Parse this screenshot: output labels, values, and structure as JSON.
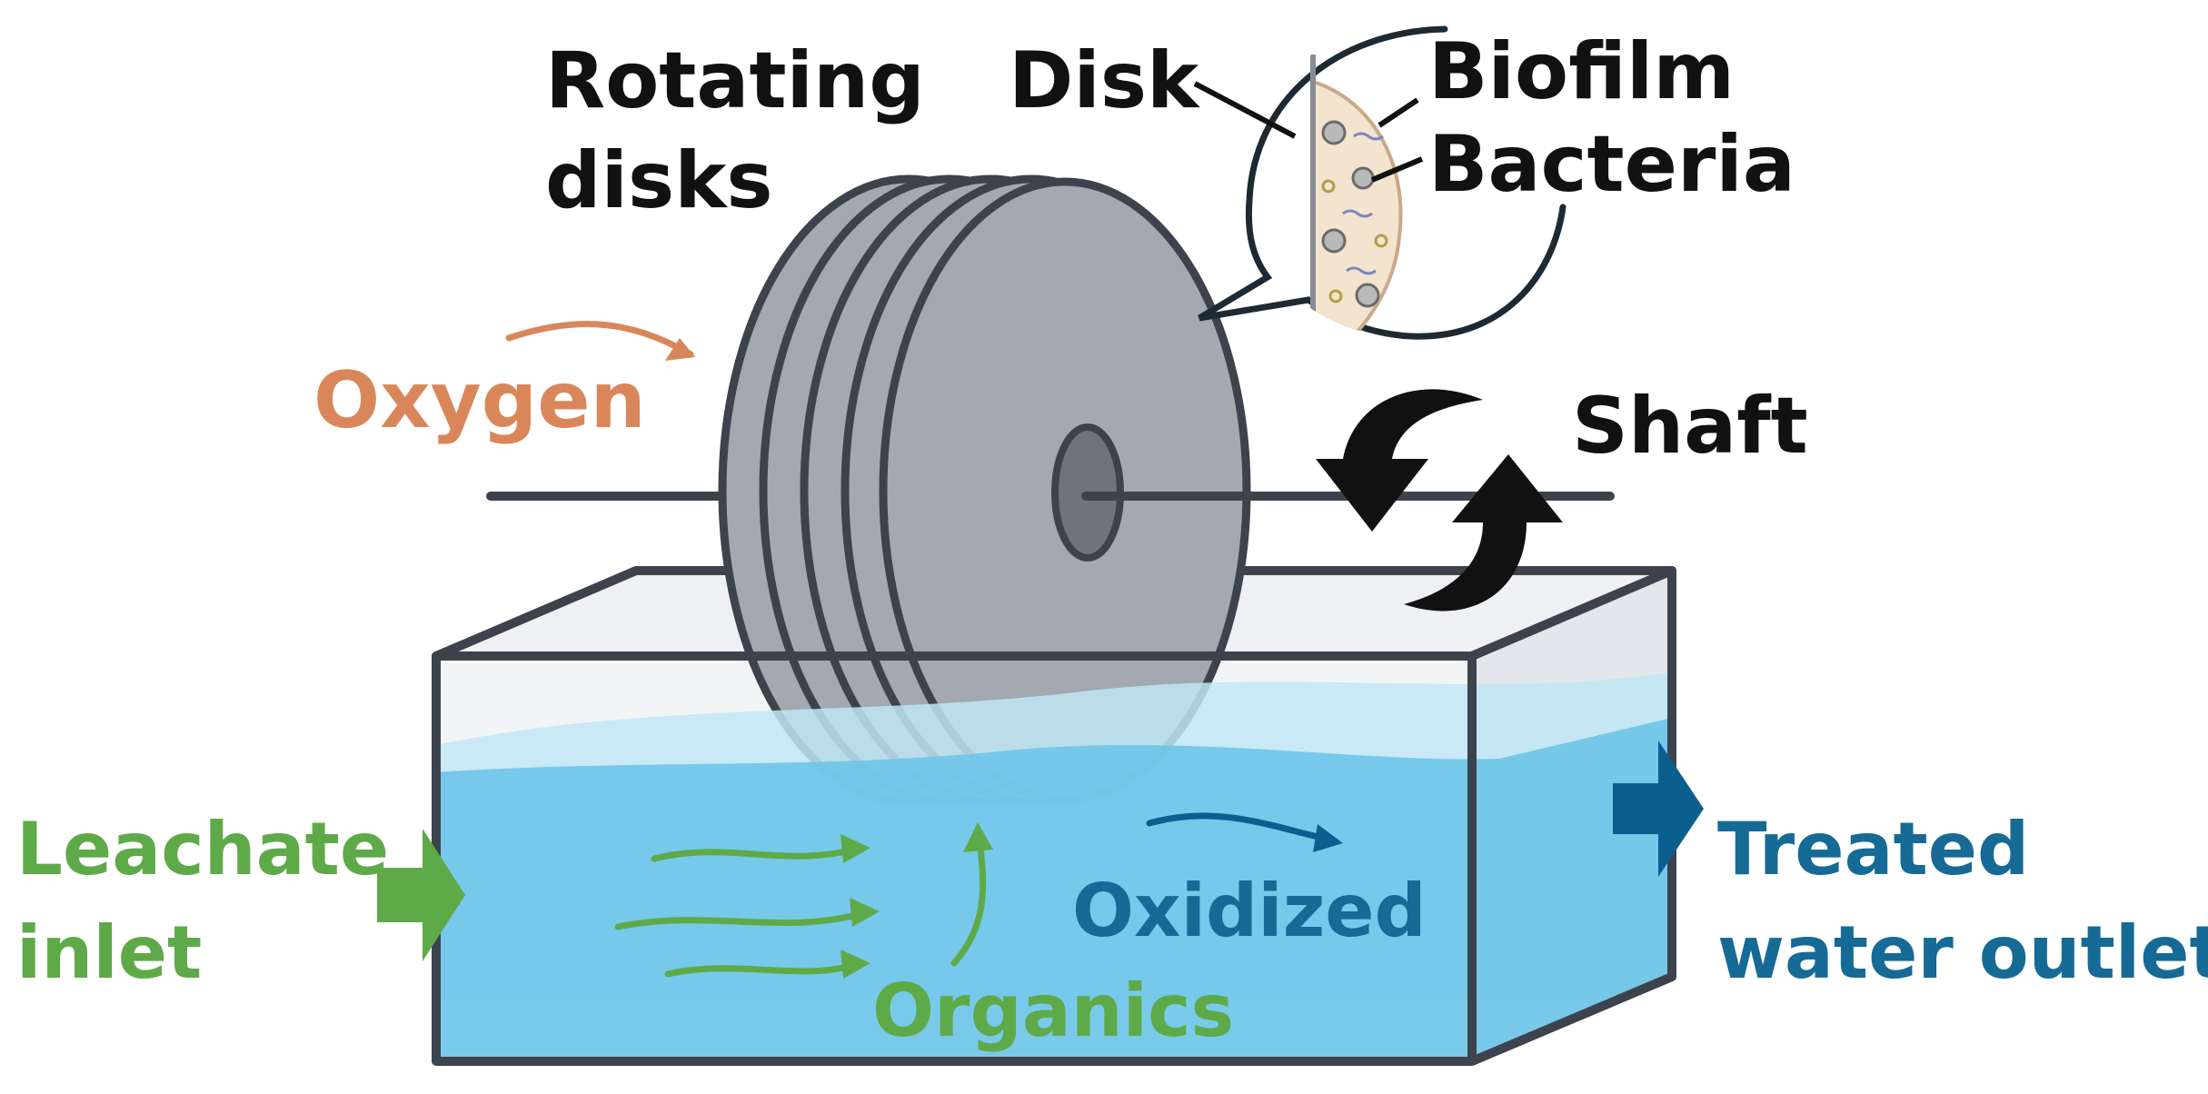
{
  "labels": {
    "rotating": "Rotating",
    "disks": "disks",
    "disk": "Disk",
    "biofilm": "Biofilm",
    "bacteria": "Bacteria",
    "oxygen": "Oxygen",
    "shaft": "Shaft",
    "leachate": "Leachate",
    "inlet": "inlet",
    "oxidized": "Oxidized",
    "organics": "Organics",
    "treated": "Treated",
    "water_outlet": "water outlet"
  },
  "colors": {
    "disk_fill": "#a4a8b1",
    "disk_stroke": "#3d434d",
    "water": "#6fc5e8",
    "water_light": "#bfe6f5",
    "tank_stroke": "#3d434d",
    "oxygen": "#d9875a",
    "green": "#5faa48",
    "blue": "#166a96",
    "arrow_blue": "#0b5f8e",
    "text": "#111111"
  }
}
